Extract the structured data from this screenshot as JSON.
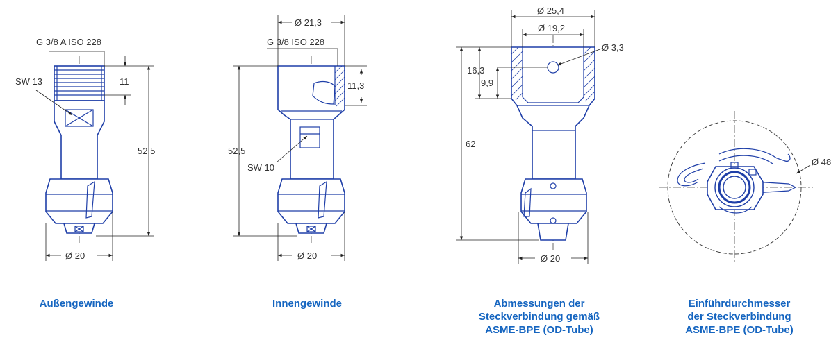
{
  "figures": [
    {
      "caption": "Außengewinde",
      "dims": {
        "thread": "G 3/8 A ISO 228",
        "wrench": "SW 13",
        "thread_len": "11",
        "length": "52,5",
        "diameter": "Ø 20"
      }
    },
    {
      "caption": "Innengewinde",
      "dims": {
        "top_dia": "Ø 21,3",
        "thread": "G 3/8 ISO 228",
        "thread_len": "11,3",
        "length": "52,5",
        "wrench": "SW 10",
        "diameter": "Ø 20"
      }
    },
    {
      "caption_lines": [
        "Abmessungen der",
        "Steckverbindung gemäß",
        "ASME-BPE (OD-Tube)"
      ],
      "dims": {
        "outer_dia": "Ø 25,4",
        "inner_dia": "Ø 19,2",
        "hole": "Ø 3,3",
        "depth1": "16,3",
        "depth2": "9,9",
        "length": "62",
        "diameter": "Ø 20"
      }
    },
    {
      "caption_lines": [
        "Einführdurchmesser",
        "der Steckverbindung",
        "ASME-BPE (OD-Tube)"
      ],
      "dims": {
        "circle": "Ø 48"
      }
    }
  ],
  "colors": {
    "caption": "#1565c0",
    "part_outline": "#1f3fa8",
    "dimension": "#222222"
  }
}
